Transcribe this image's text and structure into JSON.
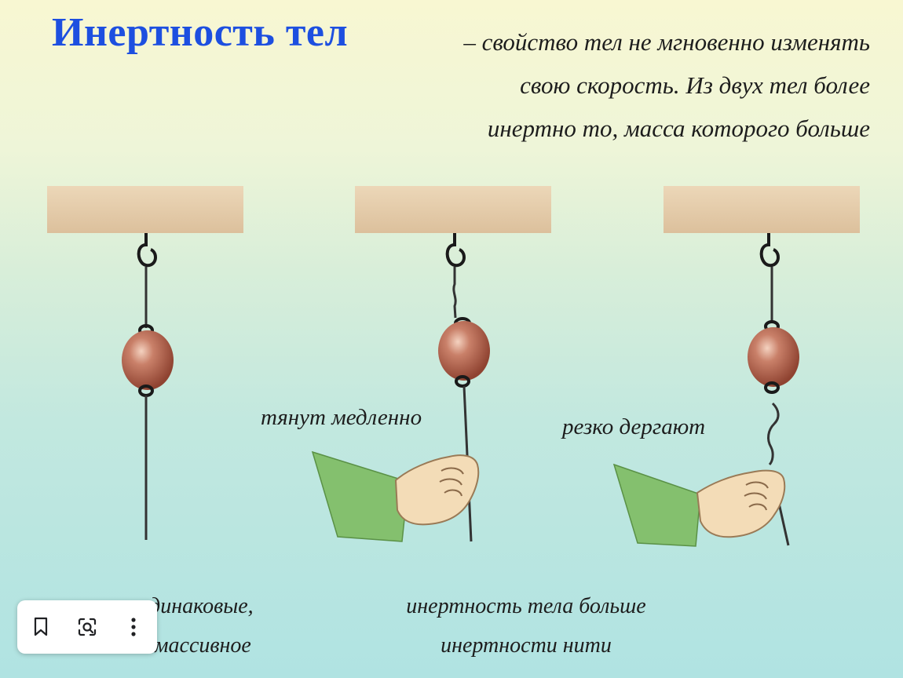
{
  "title": "Инертность тел",
  "definition": {
    "line1": "– свойство тел не мгновенно изменять",
    "line2": "свою скорость. Из двух тел более",
    "line3": "инертно то, масса которого больше"
  },
  "labels": {
    "slow": "тянут медленно",
    "jerk": "резко дергают"
  },
  "captions": {
    "first_line1": "нити одинаковые,",
    "first_line2": "тело – массивное",
    "second_line1": "инертность тела больше",
    "second_line2": "инертности нити"
  },
  "icons": {
    "bookmark": "bookmark-icon",
    "lens": "visual-search-icon",
    "more": "more-vertical-icon"
  },
  "colors": {
    "title": "#1d4fe0",
    "beam": "#e3caa8",
    "ball": "#b5644d",
    "sleeve": "#84c06e",
    "hand": "#f3dcb7"
  }
}
